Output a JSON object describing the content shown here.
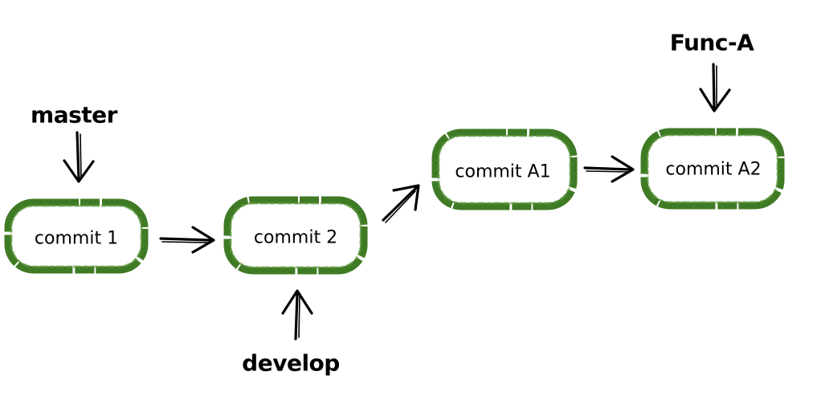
{
  "nodes": {
    "commit_1": "commit 1",
    "commit_2": "commit 2",
    "commit_a1": "commit A1",
    "commit_a2": "commit A2"
  },
  "branches": {
    "master": "master",
    "develop": "develop",
    "func_a": "Func-A"
  },
  "colors": {
    "node_border": "#3f7a25",
    "arrow": "#000000",
    "text": "#000000"
  }
}
